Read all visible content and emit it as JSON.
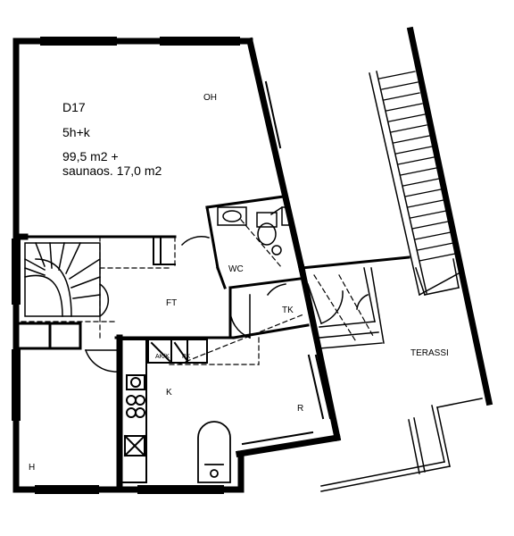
{
  "apartment": {
    "code": "D17",
    "type": "5h+k",
    "area_line1": "99,5 m2 +",
    "area_line2": "saunaos. 17,0 m2"
  },
  "rooms": {
    "oh": "OH",
    "wc": "WC",
    "ft": "FT",
    "tk": "TK",
    "terassi": "TERASSI",
    "k": "K",
    "r": "R",
    "h": "H"
  },
  "fixtures": {
    "ak": "AK/K",
    "pk": "PK"
  },
  "colors": {
    "wall": "#000000",
    "background": "#ffffff"
  }
}
